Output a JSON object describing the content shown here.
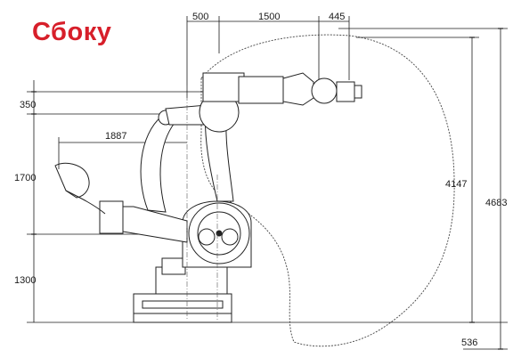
{
  "title": "Сбоку",
  "dimensions": {
    "top_offset": "500",
    "top_reach": "1500",
    "top_wrist": "445",
    "left_350": "350",
    "left_1700": "1700",
    "left_1300": "1300",
    "arm_1887": "1887",
    "right_4147": "4147",
    "right_4683": "4683",
    "bottom_536": "536"
  },
  "colors": {
    "title": "#d71f2a",
    "line": "#1a1a1a"
  }
}
